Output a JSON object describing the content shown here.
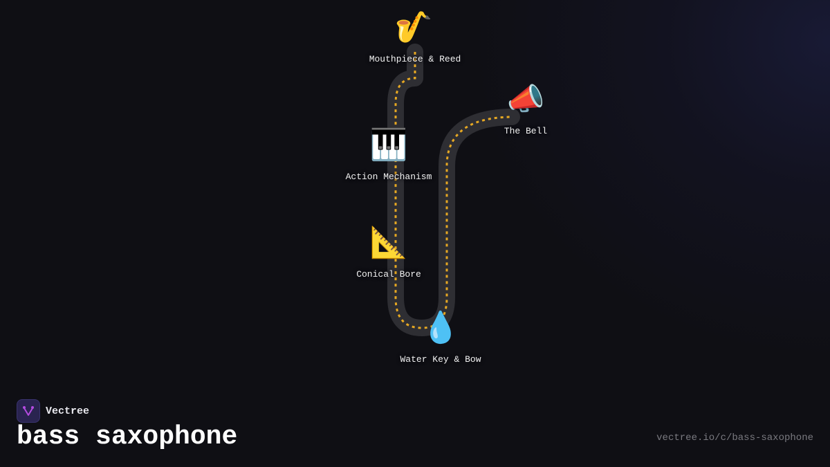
{
  "diagram": {
    "nodes": [
      {
        "id": "mouthpiece",
        "label": "Mouthpiece & Reed",
        "icon": "saxophone-icon",
        "glyph": "🎷"
      },
      {
        "id": "bell",
        "label": "The Bell",
        "icon": "megaphone-icon",
        "glyph": "📣"
      },
      {
        "id": "action",
        "label": "Action Mechanism",
        "icon": "piano-keys-icon",
        "glyph": "🎹"
      },
      {
        "id": "bore",
        "label": "Conical Bore",
        "icon": "triangular-ruler-icon",
        "glyph": "📐"
      },
      {
        "id": "waterkey",
        "label": "Water Key & Bow",
        "icon": "droplet-icon",
        "glyph": "💧"
      }
    ],
    "path_color": "#2e2e33",
    "dash_color": "#e6a823"
  },
  "brand": {
    "name": "Vectree",
    "accent": "#b44be0"
  },
  "title": "bass saxophone",
  "url": "vectree.io/c/bass-saxophone"
}
